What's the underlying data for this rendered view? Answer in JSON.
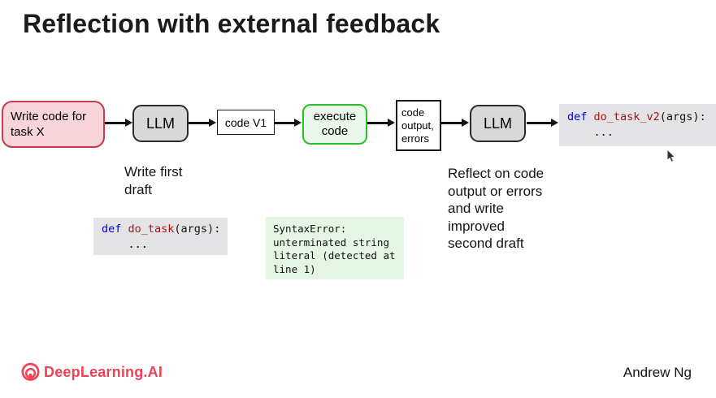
{
  "title": "Reflection with external feedback",
  "flow": {
    "task_box": "Write code for\ntask X",
    "llm1": "LLM",
    "code_v1": "code V1",
    "execute_box": "execute\ncode",
    "output_box": "code\noutput,\nerrors",
    "llm2": "LLM"
  },
  "annotations": {
    "first_draft": "Write first\ndraft",
    "reflect": "Reflect on code\noutput or errors\nand write\nimproved\nsecond draft"
  },
  "code_snippets": {
    "draft_v1": {
      "keyword": "def",
      "func_name": "do_task",
      "signature": "(args):",
      "body": "..."
    },
    "draft_v2": {
      "keyword": "def",
      "func_name": "do_task_v2",
      "signature": "(args):",
      "body": "..."
    },
    "error_output": "SyntaxError:\nunterminated string\nliteral (detected at\nline 1)"
  },
  "footer": {
    "brand": "DeepLearning.AI",
    "author": "Andrew Ng"
  },
  "colors": {
    "task_box_bg": "#F8D4DB",
    "task_box_border": "#C9394F",
    "llm_bg": "#D7D9DB",
    "execute_bg": "#EAF9EB",
    "execute_border": "#2BC12B",
    "code_bg": "#E4E4E6",
    "error_bg": "#E4F6E3",
    "keyword": "#0000E0",
    "func_name": "#A31515",
    "brand": "#EE4355"
  },
  "icons": {
    "logo": "deeplearning-logo-icon",
    "cursor": "mouse-cursor-icon"
  }
}
